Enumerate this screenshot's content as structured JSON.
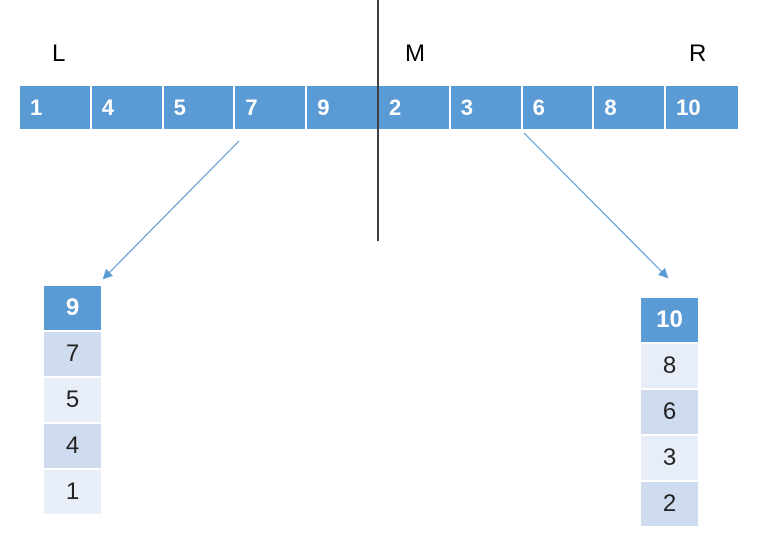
{
  "labels": {
    "left": "L",
    "mid": "M",
    "right": "R"
  },
  "array": [
    "1",
    "4",
    "5",
    "7",
    "9",
    "2",
    "3",
    "6",
    "8",
    "10"
  ],
  "left_stack": [
    "9",
    "7",
    "5",
    "4",
    "1"
  ],
  "right_stack": [
    "10",
    "8",
    "6",
    "3",
    "2"
  ],
  "colors": {
    "accent": "#5b9bd5",
    "stack_dark": "#cfdbee",
    "stack_light": "#e8eef7",
    "divider": "#000000"
  }
}
